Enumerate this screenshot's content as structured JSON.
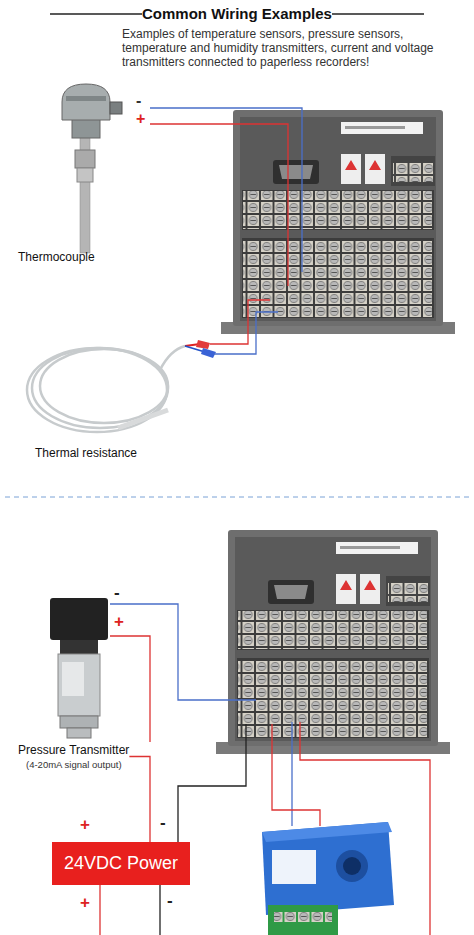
{
  "diagram": {
    "title": "Common Wiring Examples",
    "nodes": [
      {
        "text": [
          "Thermocouple"
        ]
      },
      {
        "text": [
          "Thermal resistance"
        ]
      },
      {
        "text": [
          "Pressure Transmitter",
          "(4-20mA signal output)"
        ]
      },
      {
        "text": [
          "24VDC Power"
        ]
      }
    ],
    "edges": [
      {
        "from": 2,
        "to": 3,
        "arrow": "none"
      }
    ],
    "labels": [
      "Examples of temperature sensors, pressure sensors, temperature and humidity transmitters, current and voltage transmitters connected to paperless recorders!",
      "-",
      "+",
      "-",
      "+",
      "+",
      "-",
      "+",
      "-"
    ]
  }
}
